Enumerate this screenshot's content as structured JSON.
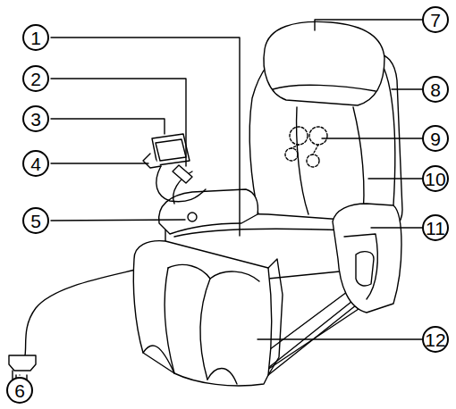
{
  "diagram": {
    "labels": [
      "1",
      "2",
      "3",
      "4",
      "5",
      "6",
      "7",
      "8",
      "9",
      "10",
      "11",
      "12"
    ]
  }
}
